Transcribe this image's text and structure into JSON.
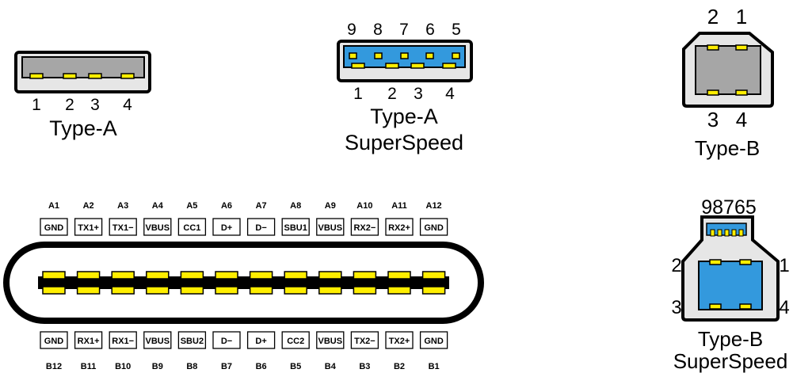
{
  "colors": {
    "outline": "#000000",
    "shell": "#e6e6e6",
    "cavity": "#a6a6a6",
    "superspeed": "#3399dd",
    "pin": "#ffee00"
  },
  "type_a": {
    "pins": [
      "1",
      "2",
      "3",
      "4"
    ],
    "title": "Type-A"
  },
  "type_a_ss": {
    "top_pins": [
      "9",
      "8",
      "7",
      "6",
      "5"
    ],
    "bottom_pins": [
      "1",
      "2",
      "3",
      "4"
    ],
    "title_line1": "Type-A",
    "title_line2": "SuperSpeed"
  },
  "type_b": {
    "top_pins": [
      "2",
      "1"
    ],
    "bottom_pins": [
      "3",
      "4"
    ],
    "title": "Type-B"
  },
  "type_b_ss": {
    "top_pins": "98765",
    "left_pins": [
      "2",
      "3"
    ],
    "right_pins": [
      "1",
      "4"
    ],
    "title_line1": "Type-B",
    "title_line2": "SuperSpeed"
  },
  "type_c": {
    "a_ids": [
      "A1",
      "A2",
      "A3",
      "A4",
      "A5",
      "A6",
      "A7",
      "A8",
      "A9",
      "A10",
      "A11",
      "A12"
    ],
    "a_sigs": [
      "GND",
      "TX1+",
      "TX1−",
      "VBUS",
      "CC1",
      "D+",
      "D−",
      "SBU1",
      "VBUS",
      "RX2−",
      "RX2+",
      "GND"
    ],
    "b_sigs": [
      "GND",
      "RX1+",
      "RX1−",
      "VBUS",
      "SBU2",
      "D−",
      "D+",
      "CC2",
      "VBUS",
      "TX2−",
      "TX2+",
      "GND"
    ],
    "b_ids": [
      "B12",
      "B11",
      "B10",
      "B9",
      "B8",
      "B7",
      "B6",
      "B5",
      "B4",
      "B3",
      "B2",
      "B1"
    ]
  }
}
